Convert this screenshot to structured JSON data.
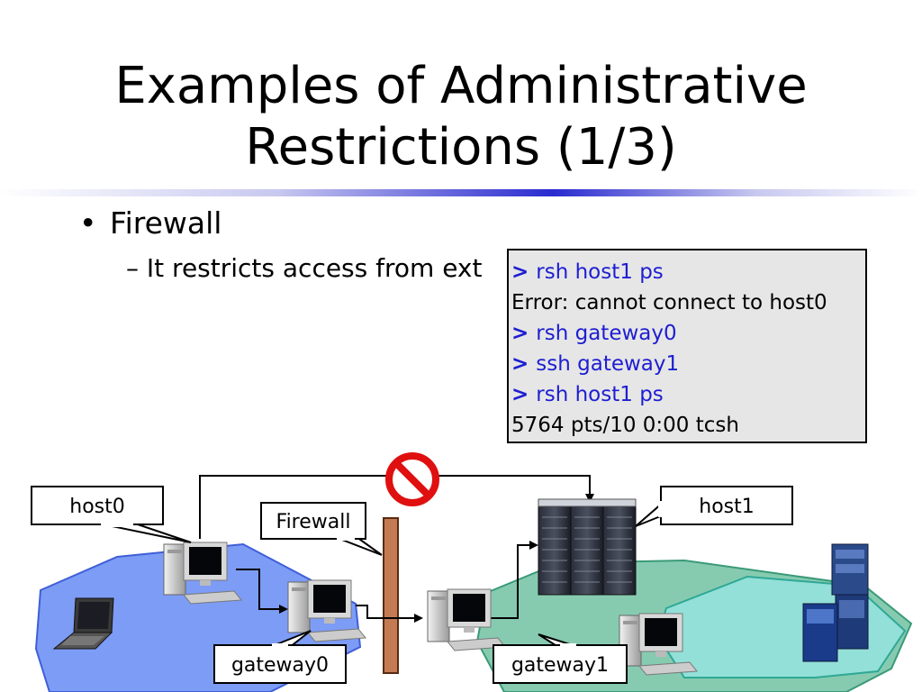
{
  "slide": {
    "title_line1": "Examples of Administrative",
    "title_line2": "Restrictions (1/3)",
    "bullet_symbol": "•",
    "bullet_text": "Firewall",
    "sub_bullet_symbol": "–",
    "sub_bullet_text": "It restricts access from ext"
  },
  "terminal": {
    "lines": [
      {
        "prompt": ">",
        "text": "rsh host1 ps",
        "kind": "command"
      },
      {
        "prompt": "",
        "text": "Error: cannot connect to host0",
        "kind": "output"
      },
      {
        "prompt": ">",
        "text": "rsh gateway0",
        "kind": "command"
      },
      {
        "prompt": ">",
        "text": "ssh gateway1",
        "kind": "command"
      },
      {
        "prompt": ">",
        "text": "rsh host1 ps",
        "kind": "command"
      },
      {
        "prompt": "",
        "text": "5764 pts/10 0:00  tcsh",
        "kind": "output"
      }
    ]
  },
  "diagram": {
    "labels": {
      "host0": "host0",
      "host1": "host1",
      "firewall": "Firewall",
      "gateway0": "gateway0",
      "gateway1": "gateway1"
    },
    "icons": [
      "no-entry-icon",
      "desktop-computer-icon",
      "laptop-icon",
      "server-rack-icon",
      "tower-server-icon"
    ]
  },
  "colors": {
    "left_network": "#7d9cf5",
    "right_network": "#86cbb0",
    "right_network_inner": "#93e0d8",
    "firewall": "#c47a52",
    "prohibition": "#e01010",
    "command_text": "#1e1ed2",
    "terminal_bg": "#e6e6e6"
  }
}
